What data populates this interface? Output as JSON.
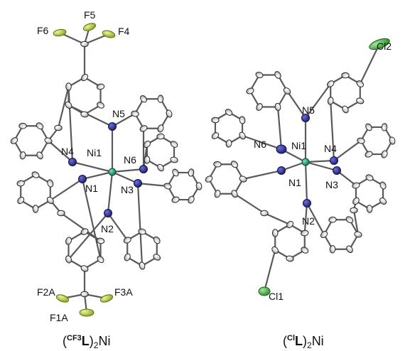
{
  "molecules": [
    {
      "id": "cf3",
      "caption": {
        "open": "(",
        "sup": "CF3",
        "bold": "L",
        "close": ")",
        "sub": "2",
        "metal": "Ni"
      },
      "labels": {
        "F6": "F6",
        "F5": "F5",
        "F4": "F4",
        "N5": "N5",
        "N4": "N4",
        "Ni1": "Ni1",
        "N6": "N6",
        "N1": "N1",
        "N3": "N3",
        "N2": "N2",
        "F2A": "F2A",
        "F3A": "F3A",
        "F1A": "F1A"
      }
    },
    {
      "id": "cl",
      "caption": {
        "open": "(",
        "sup": "Cl",
        "bold": "L",
        "close": ")",
        "sub": "2",
        "metal": "Ni"
      },
      "labels": {
        "Cl2": "Cl2",
        "N5": "N5",
        "N6": "N6",
        "Ni1": "Ni1",
        "N4": "N4",
        "N1": "N1",
        "N3": "N3",
        "N2": "N2",
        "Cl1": "Cl1"
      }
    }
  ],
  "colors": {
    "carbon": "#e4e4e4",
    "carbon_edge": "#2a2a2a",
    "nitrogen": "#2b2f96",
    "nickel": "#1f9e78",
    "fluorine": "#b9d43a",
    "chlorine": "#46b043",
    "bond": "#5a5a5a"
  }
}
